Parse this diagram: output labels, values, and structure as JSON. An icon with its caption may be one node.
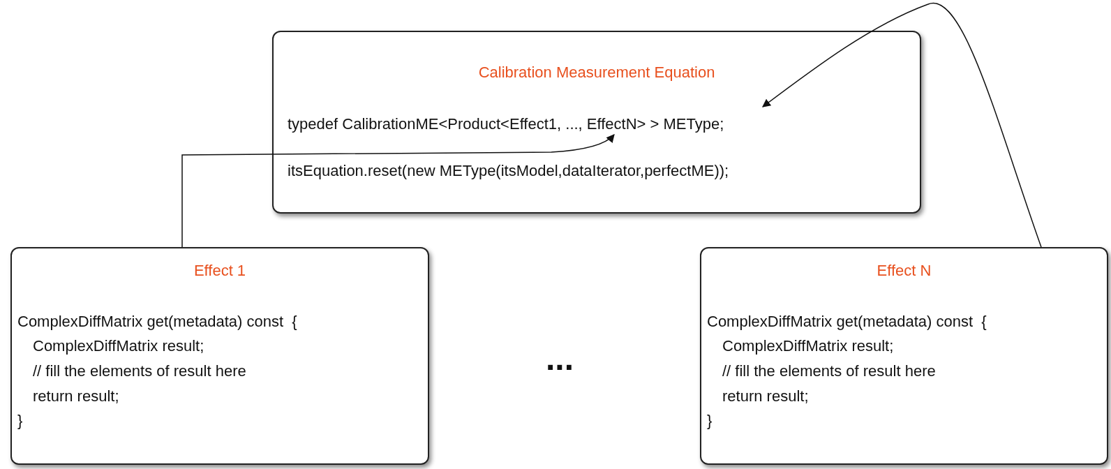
{
  "diagram": {
    "nodes": [
      {
        "text": [
          "Calibration Measurement Equation",
          "typedef CalibrationME<Product<Effect1, ..., EffectN> > METype;",
          "itsEquation.reset(new METype(itsModel,dataIterator,perfectME));"
        ]
      },
      {
        "text": [
          "Effect 1",
          "ComplexDiffMatrix get(metadata) const  {",
          "ComplexDiffMatrix result;",
          "// fill the elements of result here",
          "return result;",
          "}"
        ]
      },
      {
        "text": [
          "Effect N",
          "ComplexDiffMatrix get(metadata) const  {",
          "ComplexDiffMatrix result;",
          "// fill the elements of result here",
          "return result;",
          "}"
        ]
      }
    ],
    "edges": [
      {
        "from": 1,
        "to": 0,
        "arrow": "to"
      },
      {
        "from": 2,
        "to": 0,
        "arrow": "to"
      }
    ],
    "labels": [
      "..."
    ]
  }
}
